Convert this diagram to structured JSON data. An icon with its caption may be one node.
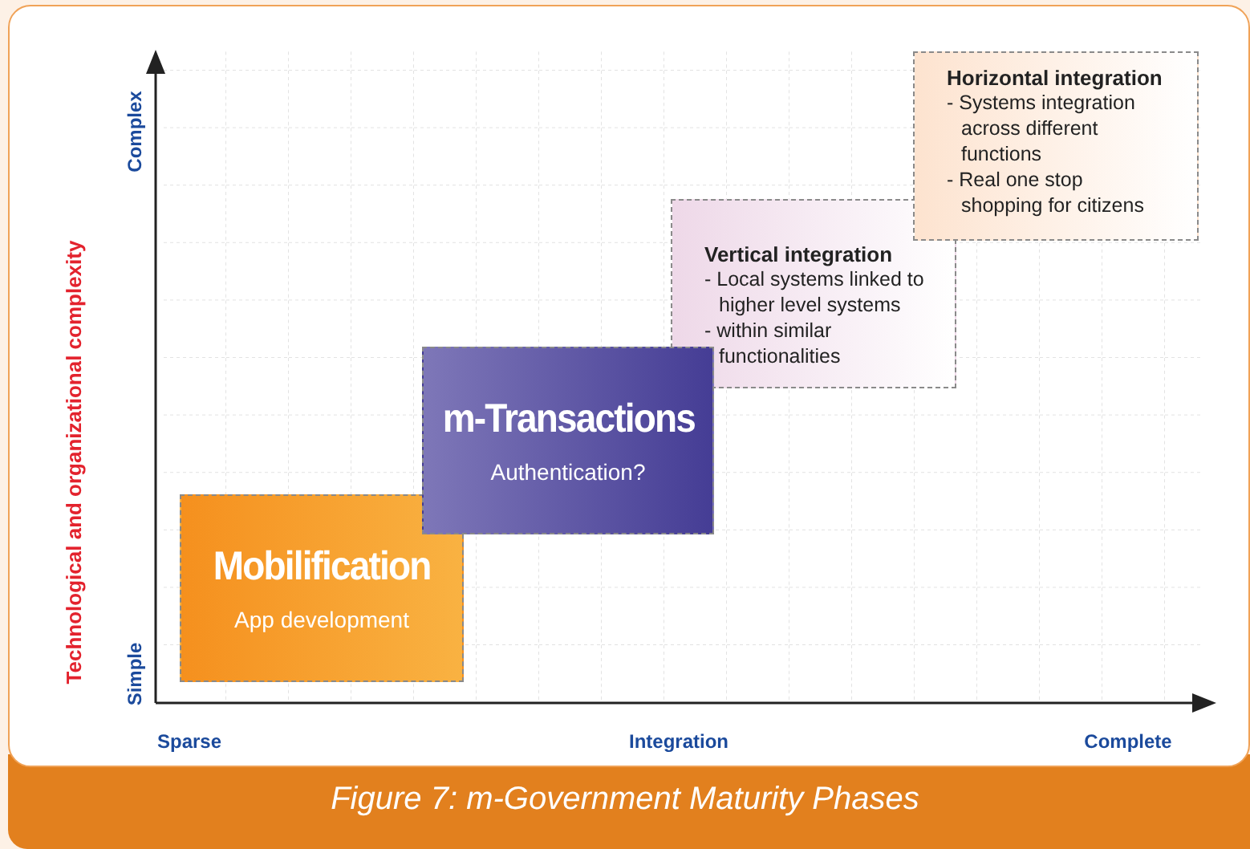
{
  "diagram": {
    "caption": "Figure 7: m-Government Maturity Phases",
    "nodes": [
      {
        "text": [
          "Mobilification",
          "App development"
        ]
      },
      {
        "text": [
          "Vertical integration",
          "- Local systems linked to higher level systems",
          "- within similar functionalities"
        ]
      },
      {
        "text": [
          "Horizontal integration",
          "- Systems integration across different functions",
          "- Real one stop shopping for citizens"
        ]
      },
      {
        "text": [
          "m-Transactions",
          "Authentication?"
        ]
      }
    ],
    "labels": [
      "Technological and organizational complexity",
      "Complex",
      "Simple",
      "Sparse",
      "Integration",
      "Complete"
    ]
  }
}
